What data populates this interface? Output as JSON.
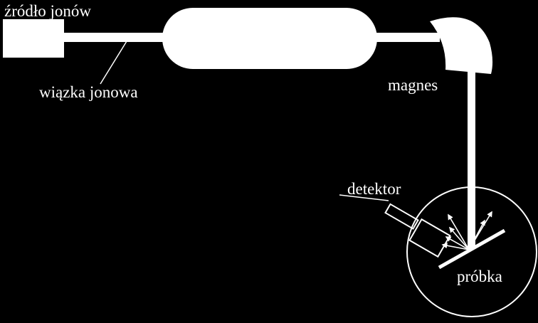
{
  "labels": {
    "ion_source": "źródło jonów",
    "ion_beam": "wiązka jonowa",
    "magnet": "magnes",
    "detector": "detektor",
    "sample": "próbka"
  },
  "colors": {
    "background": "#000000",
    "foreground": "#ffffff"
  }
}
